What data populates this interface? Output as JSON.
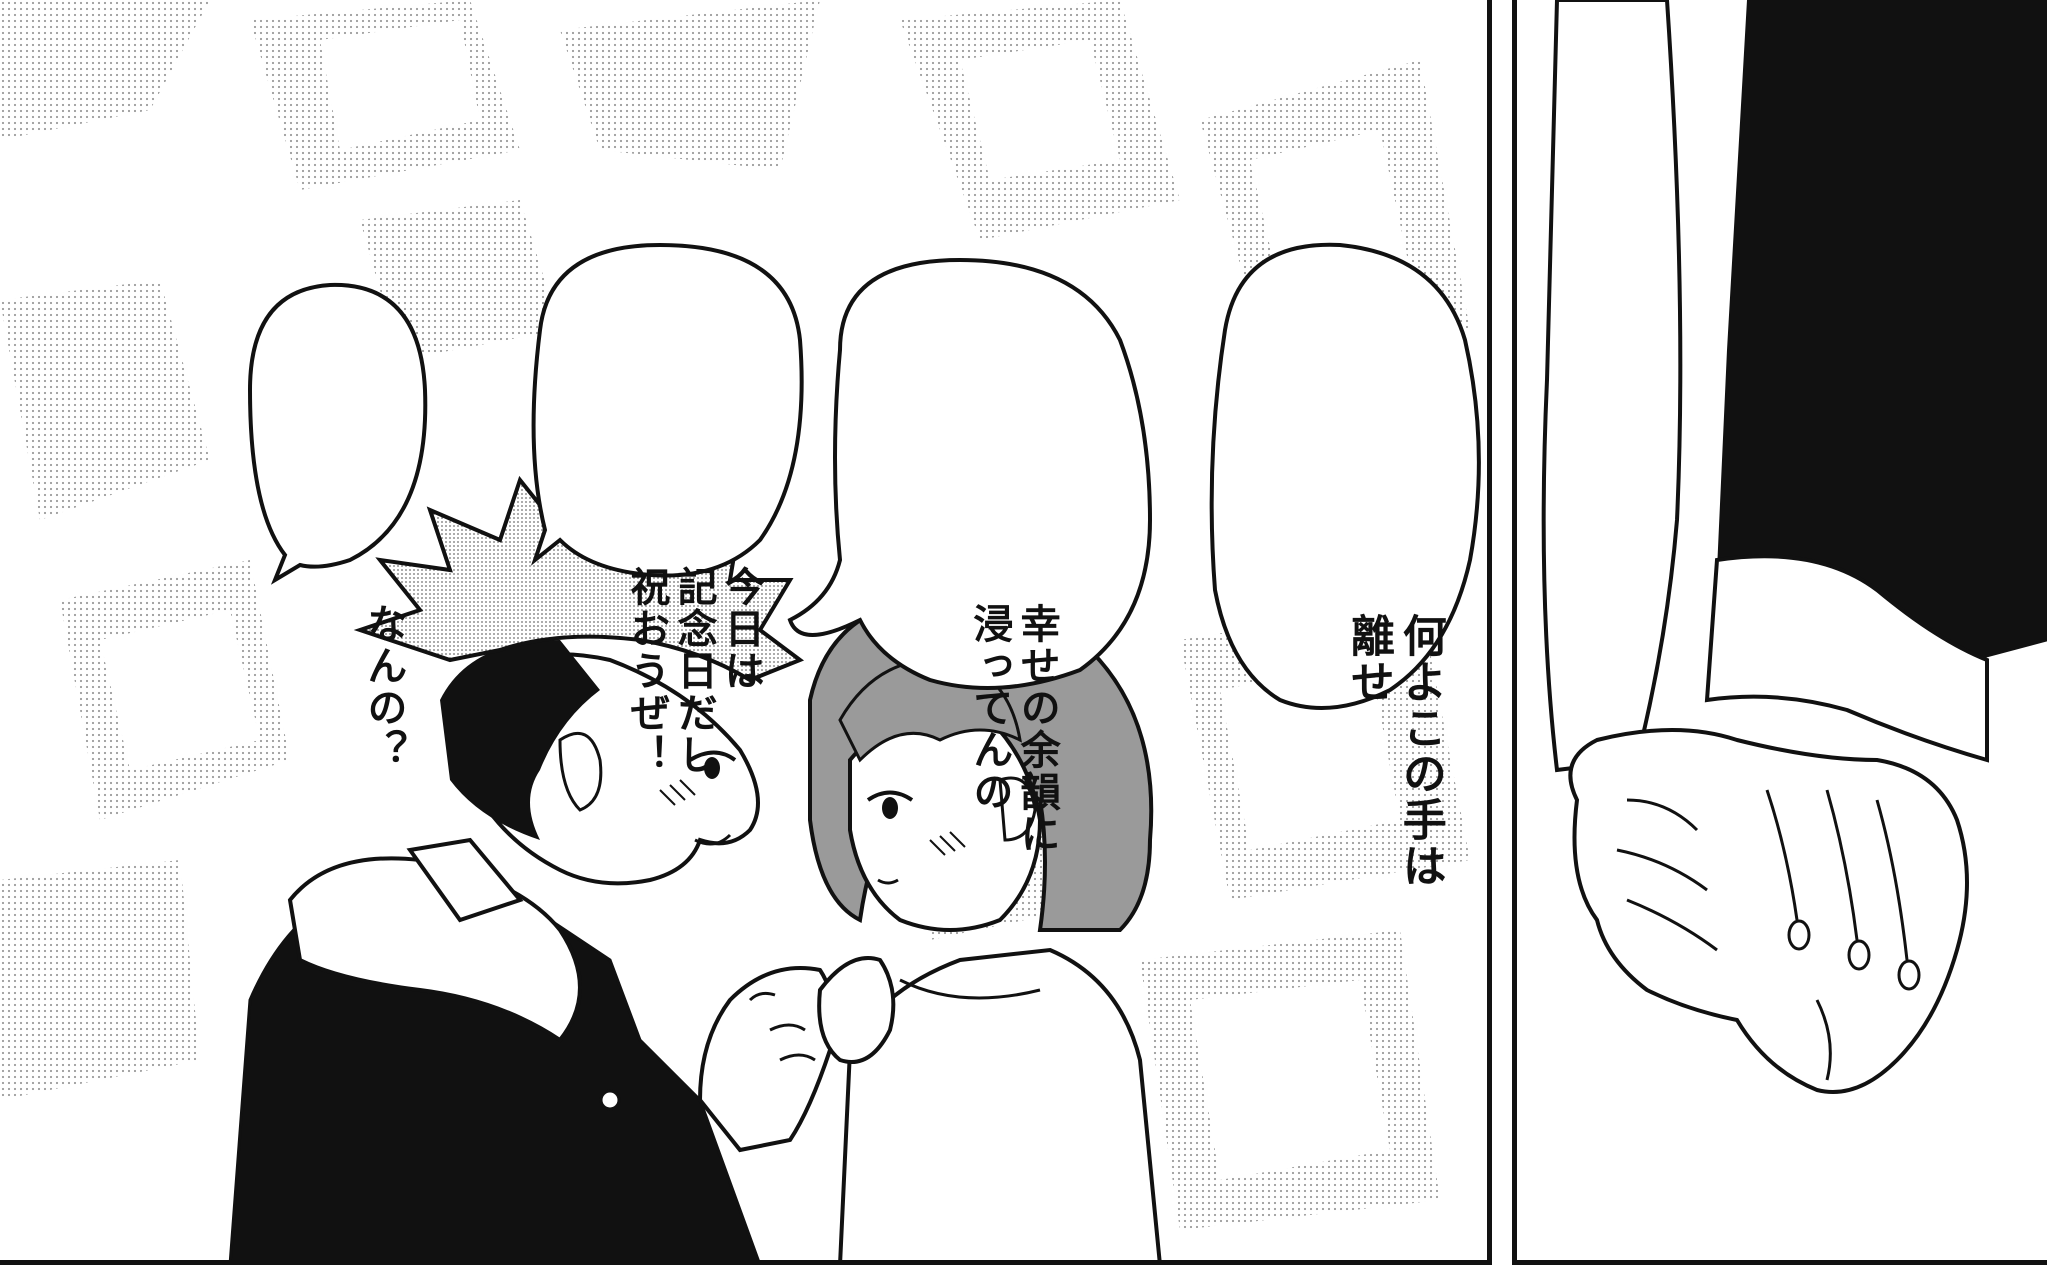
{
  "bubbles": {
    "nanno": {
      "line1": "なんの？"
    },
    "kyou": {
      "line1": "今日は",
      "line2": "記念日だし",
      "line3": "祝おうぜ！"
    },
    "shiawase": {
      "line1": "幸せの余韻に",
      "line2": "浸ってんの"
    },
    "nani": {
      "line1": "何よこの手は",
      "line2": "離せ"
    }
  },
  "colors": {
    "ink": "#111111",
    "paper": "#ffffff",
    "tone_light": "#e6e6e6",
    "tone_mid": "#bdbdbd",
    "hair_gray": "#9a9a9a"
  }
}
